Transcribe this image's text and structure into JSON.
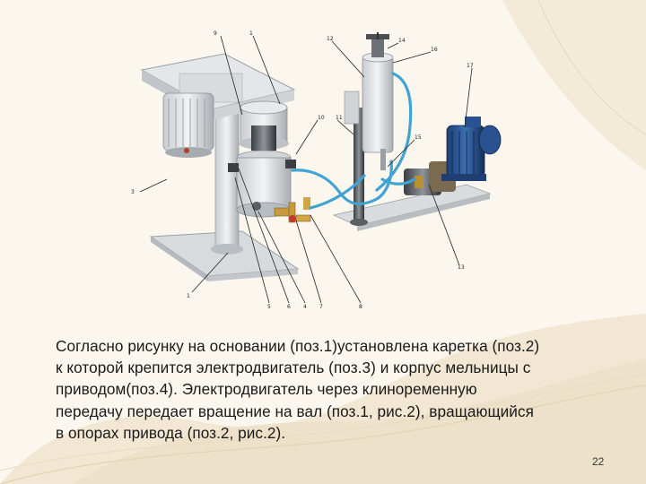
{
  "figure": {
    "callouts": {
      "c9": "9",
      "c1top": "1",
      "c12": "12",
      "c14": "14",
      "c16": "16",
      "c17": "17",
      "c3": "3",
      "c10": "10",
      "c11": "11",
      "c15": "15",
      "c13": "13",
      "c1bottom": "1",
      "c5": "5",
      "c6": "6",
      "c4": "4",
      "c7": "7",
      "c8": "8"
    }
  },
  "text": {
    "lines": [
      "Согласно рисунку на основании (поз.1)установлена каретка (поз.2)",
      "к которой крепится электродвигатель (поз.3) и корпус мельницы с",
      "приводом(поз.4). Электродвигатель через клиноременную",
      "передачу передает вращение на вал (поз.1, рис.2), вращающийся",
      "в опорах привода (поз.2, рис.2)."
    ]
  },
  "page_number": "22"
}
